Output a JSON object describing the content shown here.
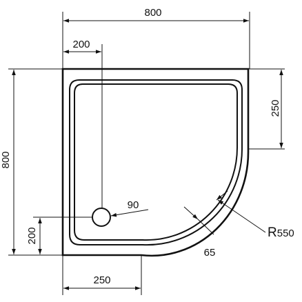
{
  "dimensions": {
    "width_top": "800",
    "height_left": "800",
    "offset_top": "200",
    "offset_right": "250",
    "drain_diameter": "90",
    "drain_offset_left": "200",
    "offset_bottom": "250",
    "rim_width": "65",
    "radius_prefix": "R",
    "radius_value": "550"
  }
}
